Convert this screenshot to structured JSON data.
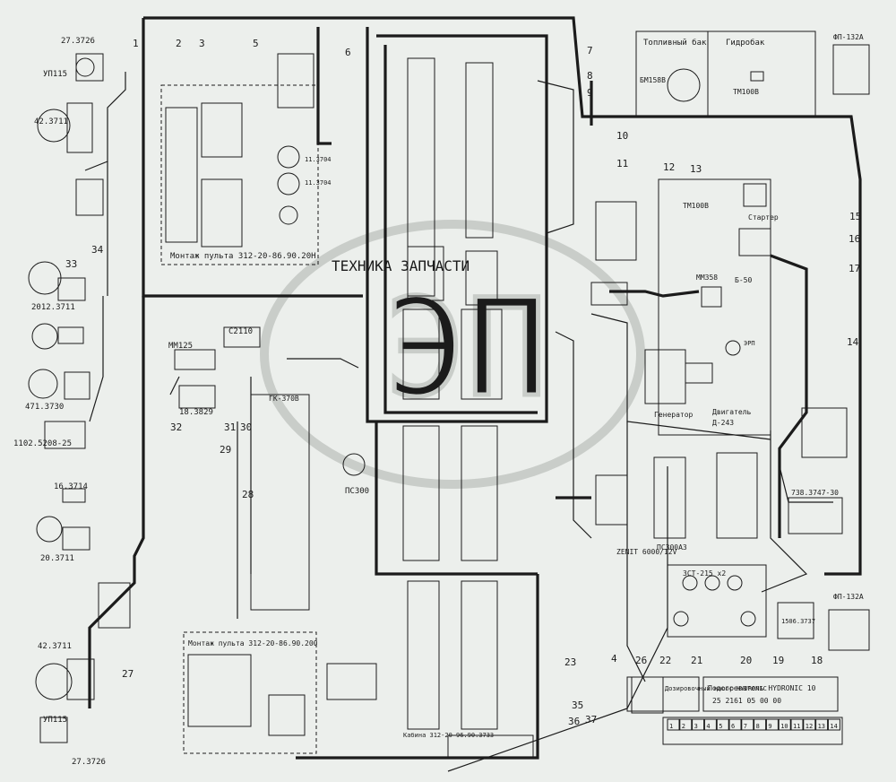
{
  "watermark": {
    "text": "ТЕХНИКА ЗАПЧАСТИ",
    "logo": "ЭП"
  },
  "callouts": [
    "1",
    "2",
    "3",
    "4",
    "5",
    "6",
    "7",
    "8",
    "9",
    "10",
    "11",
    "12",
    "13",
    "14",
    "15",
    "16",
    "17",
    "18",
    "19",
    "20",
    "21",
    "22",
    "23",
    "26",
    "27",
    "28",
    "29",
    "30",
    "31",
    "32",
    "33",
    "34",
    "35",
    "36",
    "37"
  ],
  "component_labels": {
    "c_27_3726_top": "27.3726",
    "c_up115_top": "УП115",
    "c_42_3711_top": "42.3711",
    "c_2012_3711": "2012.3711",
    "c_471_3730": "471.3730",
    "c_1102_5208": "1102.5208-25",
    "c_16_3714": "16.3714",
    "c_20_3711": "20.3711",
    "c_42_3711_bot": "42.3711",
    "c_up115_bot": "УП115",
    "c_27_3726_bot": "27.3726",
    "c_mm125": "ММ125",
    "c_18_3829": "18.3829",
    "c_s2110": "С2110",
    "c_ps300": "ПС300",
    "c_11_3704_a": "11.3704",
    "c_11_3704_b": "11.3704",
    "c_fuel_tank": "Топливный бак",
    "c_hydro_tank": "Гидробак",
    "c_bm158v": "БМ158В",
    "c_tm100v_tank": "ТМ100В",
    "c_tm100v_eng": "ТМ100В",
    "c_mm358": "ММ358",
    "c_b50": "Б-50",
    "c_starter": "Стартер",
    "c_engine": "Двигатель",
    "c_engine_model": "Д-243",
    "c_generator": "Генератор",
    "c_erp": "ЭРП",
    "c_fp132a_top": "ФП-132А",
    "c_fp132a_bot": "ФП-132А",
    "c_738_3747": "738.3747-30",
    "c_1506_3737": "1506.3737",
    "c_ps300a3": "ПС300А3",
    "c_zenit": "ZENIT 6000/12V",
    "c_battery": "3СТ-215 х2",
    "c_dosing_pump": "Дозировочный насос HYDRONIC",
    "c_heater": "Подогреватель HYDRONIC 10",
    "c_heater_code": "25 2161 05 00 00",
    "c_panel_top": "Монтаж пульта 312-20-86.90.20Н",
    "c_panel_bot": "Монтаж пульта 312-20-86.90.200",
    "c_kabina": "Кабина 312-20-96.90.3733",
    "c_ka_370b": "ГК-370В"
  },
  "heater_terminals": [
    "1",
    "2",
    "3",
    "4",
    "5",
    "6",
    "7",
    "8",
    "9",
    "10",
    "11",
    "12",
    "13",
    "14"
  ],
  "colors": {
    "paper": "#ecefec",
    "ink": "#1b1b1b",
    "watermark": "#c9cdc9"
  }
}
